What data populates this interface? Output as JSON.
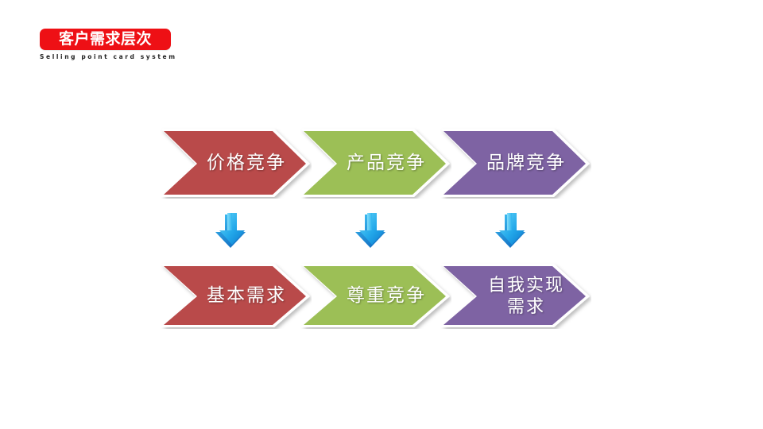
{
  "title": {
    "badge_text": "客户需求层次",
    "subtitle": "Selling point card system",
    "badge_color": "#ee1015",
    "badge_text_color": "#ffffff",
    "subtitle_color": "#232323"
  },
  "colors": {
    "red": "#b94a4a",
    "red_dark": "#a23c3c",
    "green": "#9cbf56",
    "green_dark": "#8aae45",
    "purple": "#7e63a3",
    "purple_dark": "#6d5392",
    "arrow_light": "#45c8f5",
    "arrow_mid": "#1aa3e8",
    "arrow_dark": "#0d82d4",
    "background": "#ffffff",
    "shadow": "rgba(0,0,0,0.22)"
  },
  "chart_data": {
    "type": "diagram",
    "title": "客户需求层次",
    "subtitle": "Selling point card system",
    "layout": "two rows of three chevrons connected by three downward arrows",
    "rows": [
      {
        "name": "competition-row",
        "items": [
          {
            "label": "价格竞争",
            "color": "#b94a4a"
          },
          {
            "label": "产品竞争",
            "color": "#9cbf56"
          },
          {
            "label": "品牌竞争",
            "color": "#7e63a3"
          }
        ]
      },
      {
        "name": "needs-row",
        "items": [
          {
            "label": "基本需求",
            "color": "#b94a4a"
          },
          {
            "label": "尊重竞争",
            "color": "#9cbf56"
          },
          {
            "label": "自我实现\n需求",
            "color": "#7e63a3"
          }
        ]
      }
    ],
    "connectors": [
      {
        "name": "arrow-1",
        "direction": "down"
      },
      {
        "name": "arrow-2",
        "direction": "down"
      },
      {
        "name": "arrow-3",
        "direction": "down"
      }
    ]
  },
  "top_row": {
    "item0": {
      "label": "价格竞争"
    },
    "item1": {
      "label": "产品竞争"
    },
    "item2": {
      "label": "品牌竞争"
    }
  },
  "bottom_row": {
    "item0": {
      "label": "基本需求"
    },
    "item1": {
      "label": "尊重竞争"
    },
    "item2": {
      "label_line1": "自我实现",
      "label_line2": "需求"
    }
  }
}
